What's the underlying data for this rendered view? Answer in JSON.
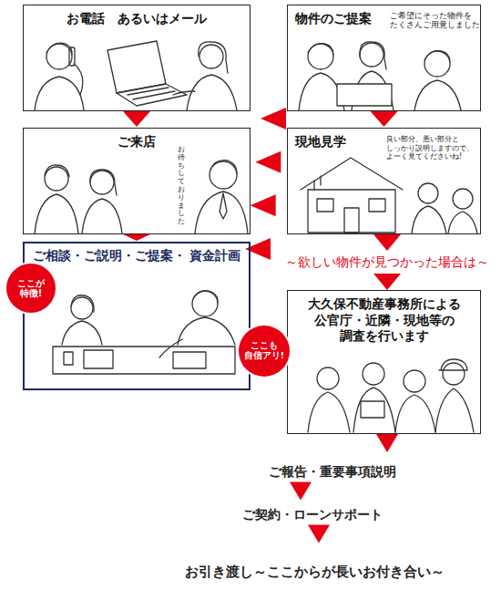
{
  "diagram": {
    "nodes": [
      {
        "text": [
          "お電話　あるいはメール"
        ]
      },
      {
        "text": [
          "ご来店"
        ]
      },
      {
        "text": [
          "ご相談・ご説明・ご提案・ 資金計画"
        ]
      },
      {
        "text": [
          "ここが 特徴!"
        ]
      },
      {
        "text": [
          "物件のご提案"
        ]
      },
      {
        "text": [
          "現地見学"
        ]
      },
      {
        "text": [
          "大久保不動産事務所による 公官庁・近隣・現地等の 調査を行います"
        ]
      },
      {
        "text": [
          "ここも 自信アリ!"
        ]
      },
      {
        "text": [
          "ご報告・重要事項説明"
        ]
      },
      {
        "text": [
          "ご契約・ローンサポート"
        ]
      },
      {
        "text": [
          "お引き渡し～ここからが長いお付き合い～"
        ]
      }
    ],
    "edges": [
      {
        "from": 0,
        "to": 1,
        "arrow": "to"
      },
      {
        "from": 1,
        "to": 2,
        "arrow": "to"
      },
      {
        "from": 4,
        "to": 5,
        "arrow": "to"
      },
      {
        "from": 4,
        "to": 2,
        "arrow": "to"
      },
      {
        "from": 5,
        "to": 6,
        "label": "～欲しい物件が見つかった場合は～",
        "arrow": "to"
      },
      {
        "from": 6,
        "to": 8,
        "arrow": "to"
      },
      {
        "from": 8,
        "to": 9,
        "arrow": "to"
      },
      {
        "from": 9,
        "to": 10,
        "arrow": "to"
      }
    ],
    "labels": [
      "ご希望にそった物件を たくさんご用意しました",
      "お待ちしておりました",
      "良い部分、悪い部分と しっかり説明しますので、 よーく見てくださいね!"
    ]
  }
}
